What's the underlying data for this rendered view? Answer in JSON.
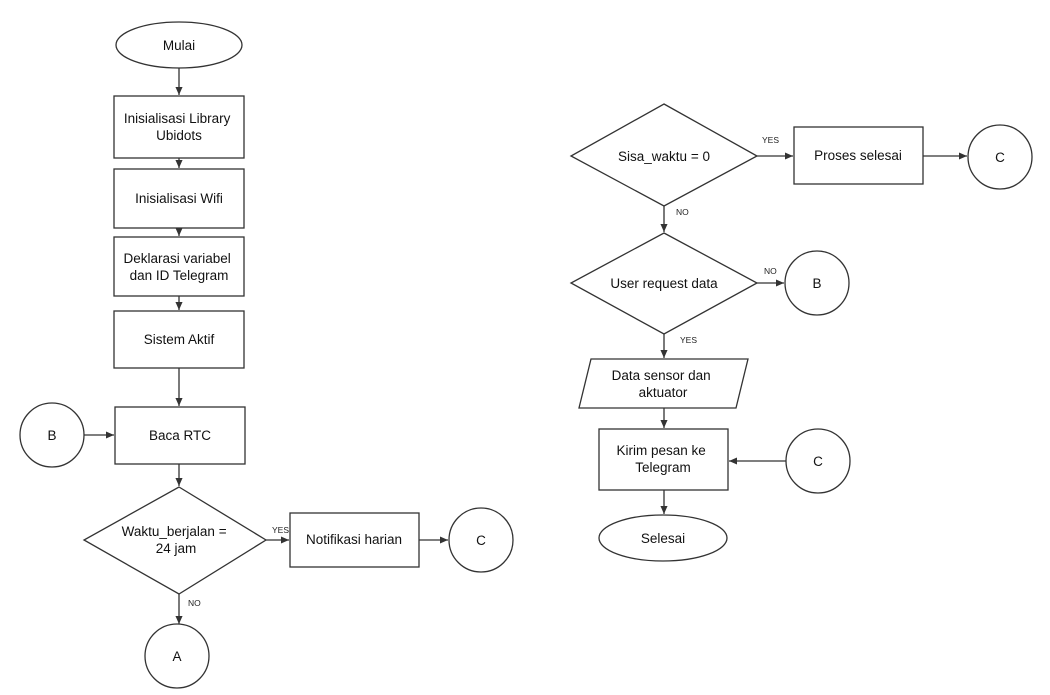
{
  "nodes": {
    "mulai": "Mulai",
    "init_lib": [
      "Inisialisasi Library",
      "Ubidots"
    ],
    "init_wifi": "Inisialisasi Wifi",
    "deklarasi": [
      "Deklarasi variabel",
      "dan ID Telegram"
    ],
    "sistem_aktif": "Sistem Aktif",
    "baca_rtc": "Baca RTC",
    "waktu": [
      "Waktu_berjalan =",
      "24 jam"
    ],
    "notifikasi": "Notifikasi harian",
    "sisa_waktu": "Sisa_waktu = 0",
    "proses_selesai": "Proses selesai",
    "user_request": "User request data",
    "data_sensor": [
      "Data sensor dan",
      "aktuator"
    ],
    "kirim_pesan": [
      "Kirim pesan ke",
      "Telegram"
    ],
    "selesai": "Selesai"
  },
  "connectors": {
    "b_left": "B",
    "c_left": "C",
    "a_left": "A",
    "c_right_top": "C",
    "b_right": "B",
    "c_right_bottom": "C"
  },
  "edge_labels": {
    "waktu_yes": "YES",
    "waktu_no": "NO",
    "sisa_yes": "YES",
    "sisa_no": "NO",
    "user_no": "NO",
    "user_yes": "YES"
  }
}
